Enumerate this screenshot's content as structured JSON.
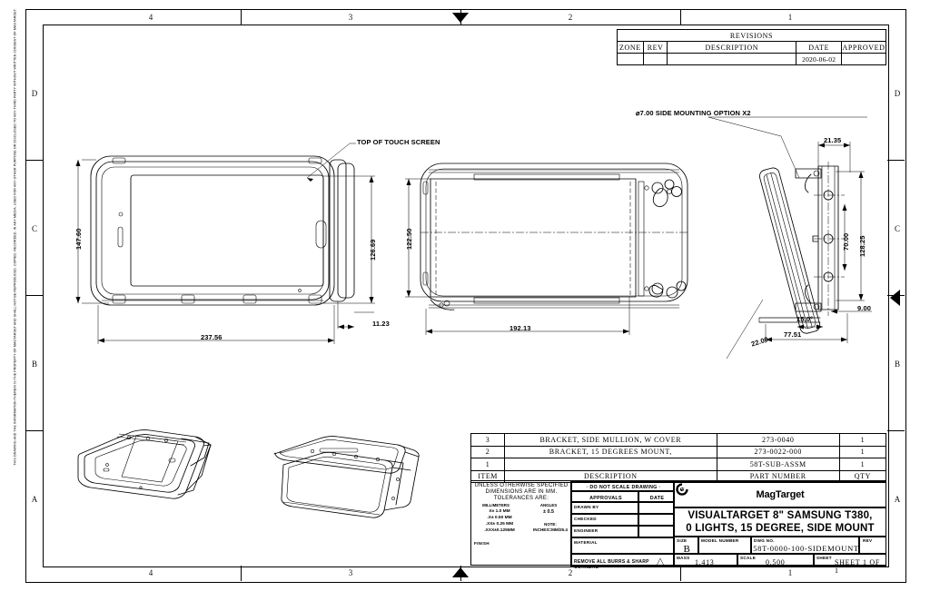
{
  "sheet": {
    "proprietary_note": "THIS DRAWING AND THE INFORMATION THEREIN IS THE PROPERTY OF MAGTARGET AND SHALL NOT BE REPRODUCED, COPIED, RECORDED, IN ANY MEDIA, USED FOR ANY OTHER PURPOSE OR DISCLOSED TO ANY THIRD PARTY WITHOUT WRITTEN CONSENT OF MAGTARGET.",
    "zones_horizontal": [
      "4",
      "3",
      "2",
      "1"
    ],
    "zones_vertical": [
      "D",
      "C",
      "B",
      "A"
    ]
  },
  "revisions": {
    "title": "REVISIONS",
    "headers": [
      "ZONE",
      "REV",
      "DESCRIPTION",
      "DATE",
      "APPROVED"
    ],
    "rows": [
      {
        "zone": "",
        "rev": "",
        "description": "",
        "date": "2020-06-02",
        "approved": ""
      }
    ]
  },
  "bom": {
    "headers": {
      "item": "ITEM",
      "description": "DESCRIPTION",
      "part_number": "PART NUMBER",
      "qty": "QTY"
    },
    "rows": [
      {
        "item": "3",
        "description": "BRACKET, SIDE MULLION, W COVER",
        "part_number": "273-0040",
        "qty": "1"
      },
      {
        "item": "2",
        "description": "BRACKET, 15 DEGREES MOUNT,",
        "part_number": "273-0022-000",
        "qty": "1"
      },
      {
        "item": "1",
        "description": "",
        "part_number": "58T-SUB-ASSM",
        "qty": "1"
      }
    ]
  },
  "tolerance_block": {
    "line1": "UNLESS OTHERWISE SPECIFIED",
    "line2": "DIMENSIONS ARE IN MM.",
    "line3": "TOLERANCES ARE:",
    "col_left_header": "MILLIMETERS",
    "col_right_header": "ANGLES",
    "tol_x": "X± 1.0  MM",
    "tol_xx": ".X± 0.50 MM",
    "tol_xxx": ".XX± 0.25 MM",
    "tol_xxxx": ".XXX±0.125MM",
    "angles": "± 0.5",
    "note_label": "NOTE:",
    "note_value": "INCHES=MM/25.4",
    "finish_label": "FINISH"
  },
  "approvals": {
    "banner": "· DO NOT SCALE DRAWING ·",
    "col_approvals": "APPROVALS",
    "col_date": "DATE",
    "rows": [
      "DRAWN BY",
      "CHECKED",
      "ENGINEER"
    ],
    "material_label": "MATERIAL",
    "burrs_note": "REMOVE ALL BURRS & SHARP CORNERS"
  },
  "title_block": {
    "company": "MagTarget",
    "logo_icon": "magtarget-swirl-logo",
    "drawing_title_line1": "VISUALTARGET 8\" SAMSUNG T380,",
    "drawing_title_line2": "0 LIGHTS, 15 DEGREE, SIDE MOUNT",
    "size_label": "SIZE",
    "size_value": "B",
    "model_number_label": "MODEL NUMBER",
    "model_number_value": "",
    "dwg_no_label": "DWG NO.",
    "dwg_no_value": "58T-0000-100-SIDEMOUNT",
    "rev_label": "REV",
    "rev_value": "",
    "mass_label": "MASS",
    "mass_value": "1.413",
    "scale_label": "SCALE",
    "scale_value": "0.500",
    "sheet_label": "SHEET",
    "sheet_value": "SHEET 1 OF 1"
  },
  "annotations": {
    "touch_screen": "TOP OF TOUCH SCREEN",
    "side_mounting": "⌀7.00 SIDE MOUNTING OPTION X2"
  },
  "dimensions": {
    "front_height": "147.60",
    "front_screen_height": "126.69",
    "front_width": "237.56",
    "front_depth": "11.23",
    "rear_height": "122.50",
    "rear_width": "192.13",
    "side_top_width": "21.35",
    "side_hole_spacing": "70.00",
    "side_height": "128.25",
    "side_offset": "9.00",
    "side_angle": "15.0°",
    "side_depth": "77.51",
    "side_base": "22.00"
  }
}
